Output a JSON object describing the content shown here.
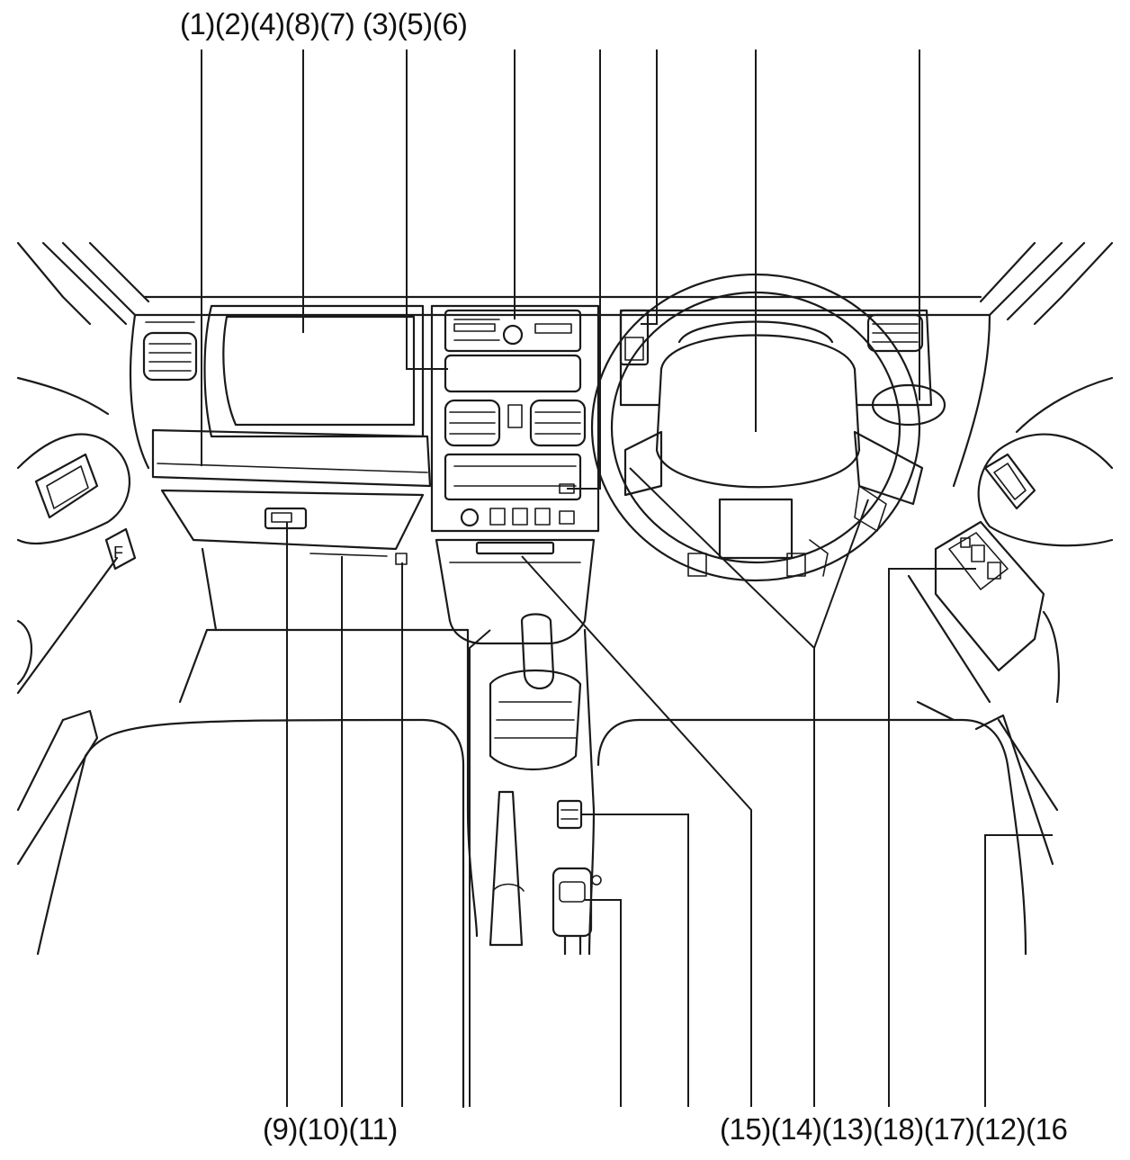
{
  "diagram": {
    "top_labels": [
      "(1)",
      "(2)",
      "(4)",
      "(8)",
      "(7)",
      "(3)",
      "(5)",
      "(6)"
    ],
    "bottom_left_labels": [
      "(9)",
      "(10)",
      "(11)"
    ],
    "bottom_right_labels": [
      "(15)",
      "(14)",
      "(13)",
      "(18)",
      "(17)",
      "(12)",
      "(16"
    ],
    "components": [
      "left-air-vent",
      "passenger-airbag-panel",
      "glove-box",
      "glove-box-handle",
      "audio-unit",
      "center-panel",
      "center-air-vents",
      "heater-controls",
      "switch-panel",
      "center-tray",
      "gear-shift-lever",
      "parking-brake-lever",
      "power-outlet",
      "center-console-switch",
      "steering-wheel",
      "instrument-cluster",
      "right-air-vent",
      "window-switch-panel",
      "left-door-handle",
      "left-seat",
      "right-seat"
    ]
  }
}
